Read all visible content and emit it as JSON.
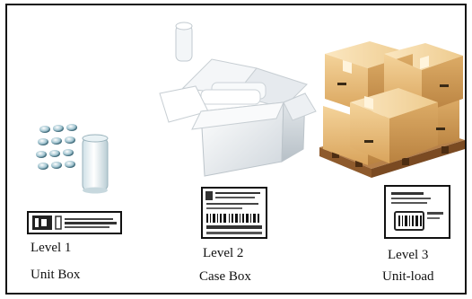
{
  "levels": [
    {
      "level": "Level 1",
      "name": "Unit Box"
    },
    {
      "level": "Level  2",
      "name": "Case Box"
    },
    {
      "level": "Level 3",
      "name": "Unit-load"
    }
  ],
  "icons": [
    "blister-pack-icon",
    "bottle-icon",
    "open-carton-icon",
    "pallet-boxes-icon",
    "barcode-label-icon"
  ]
}
